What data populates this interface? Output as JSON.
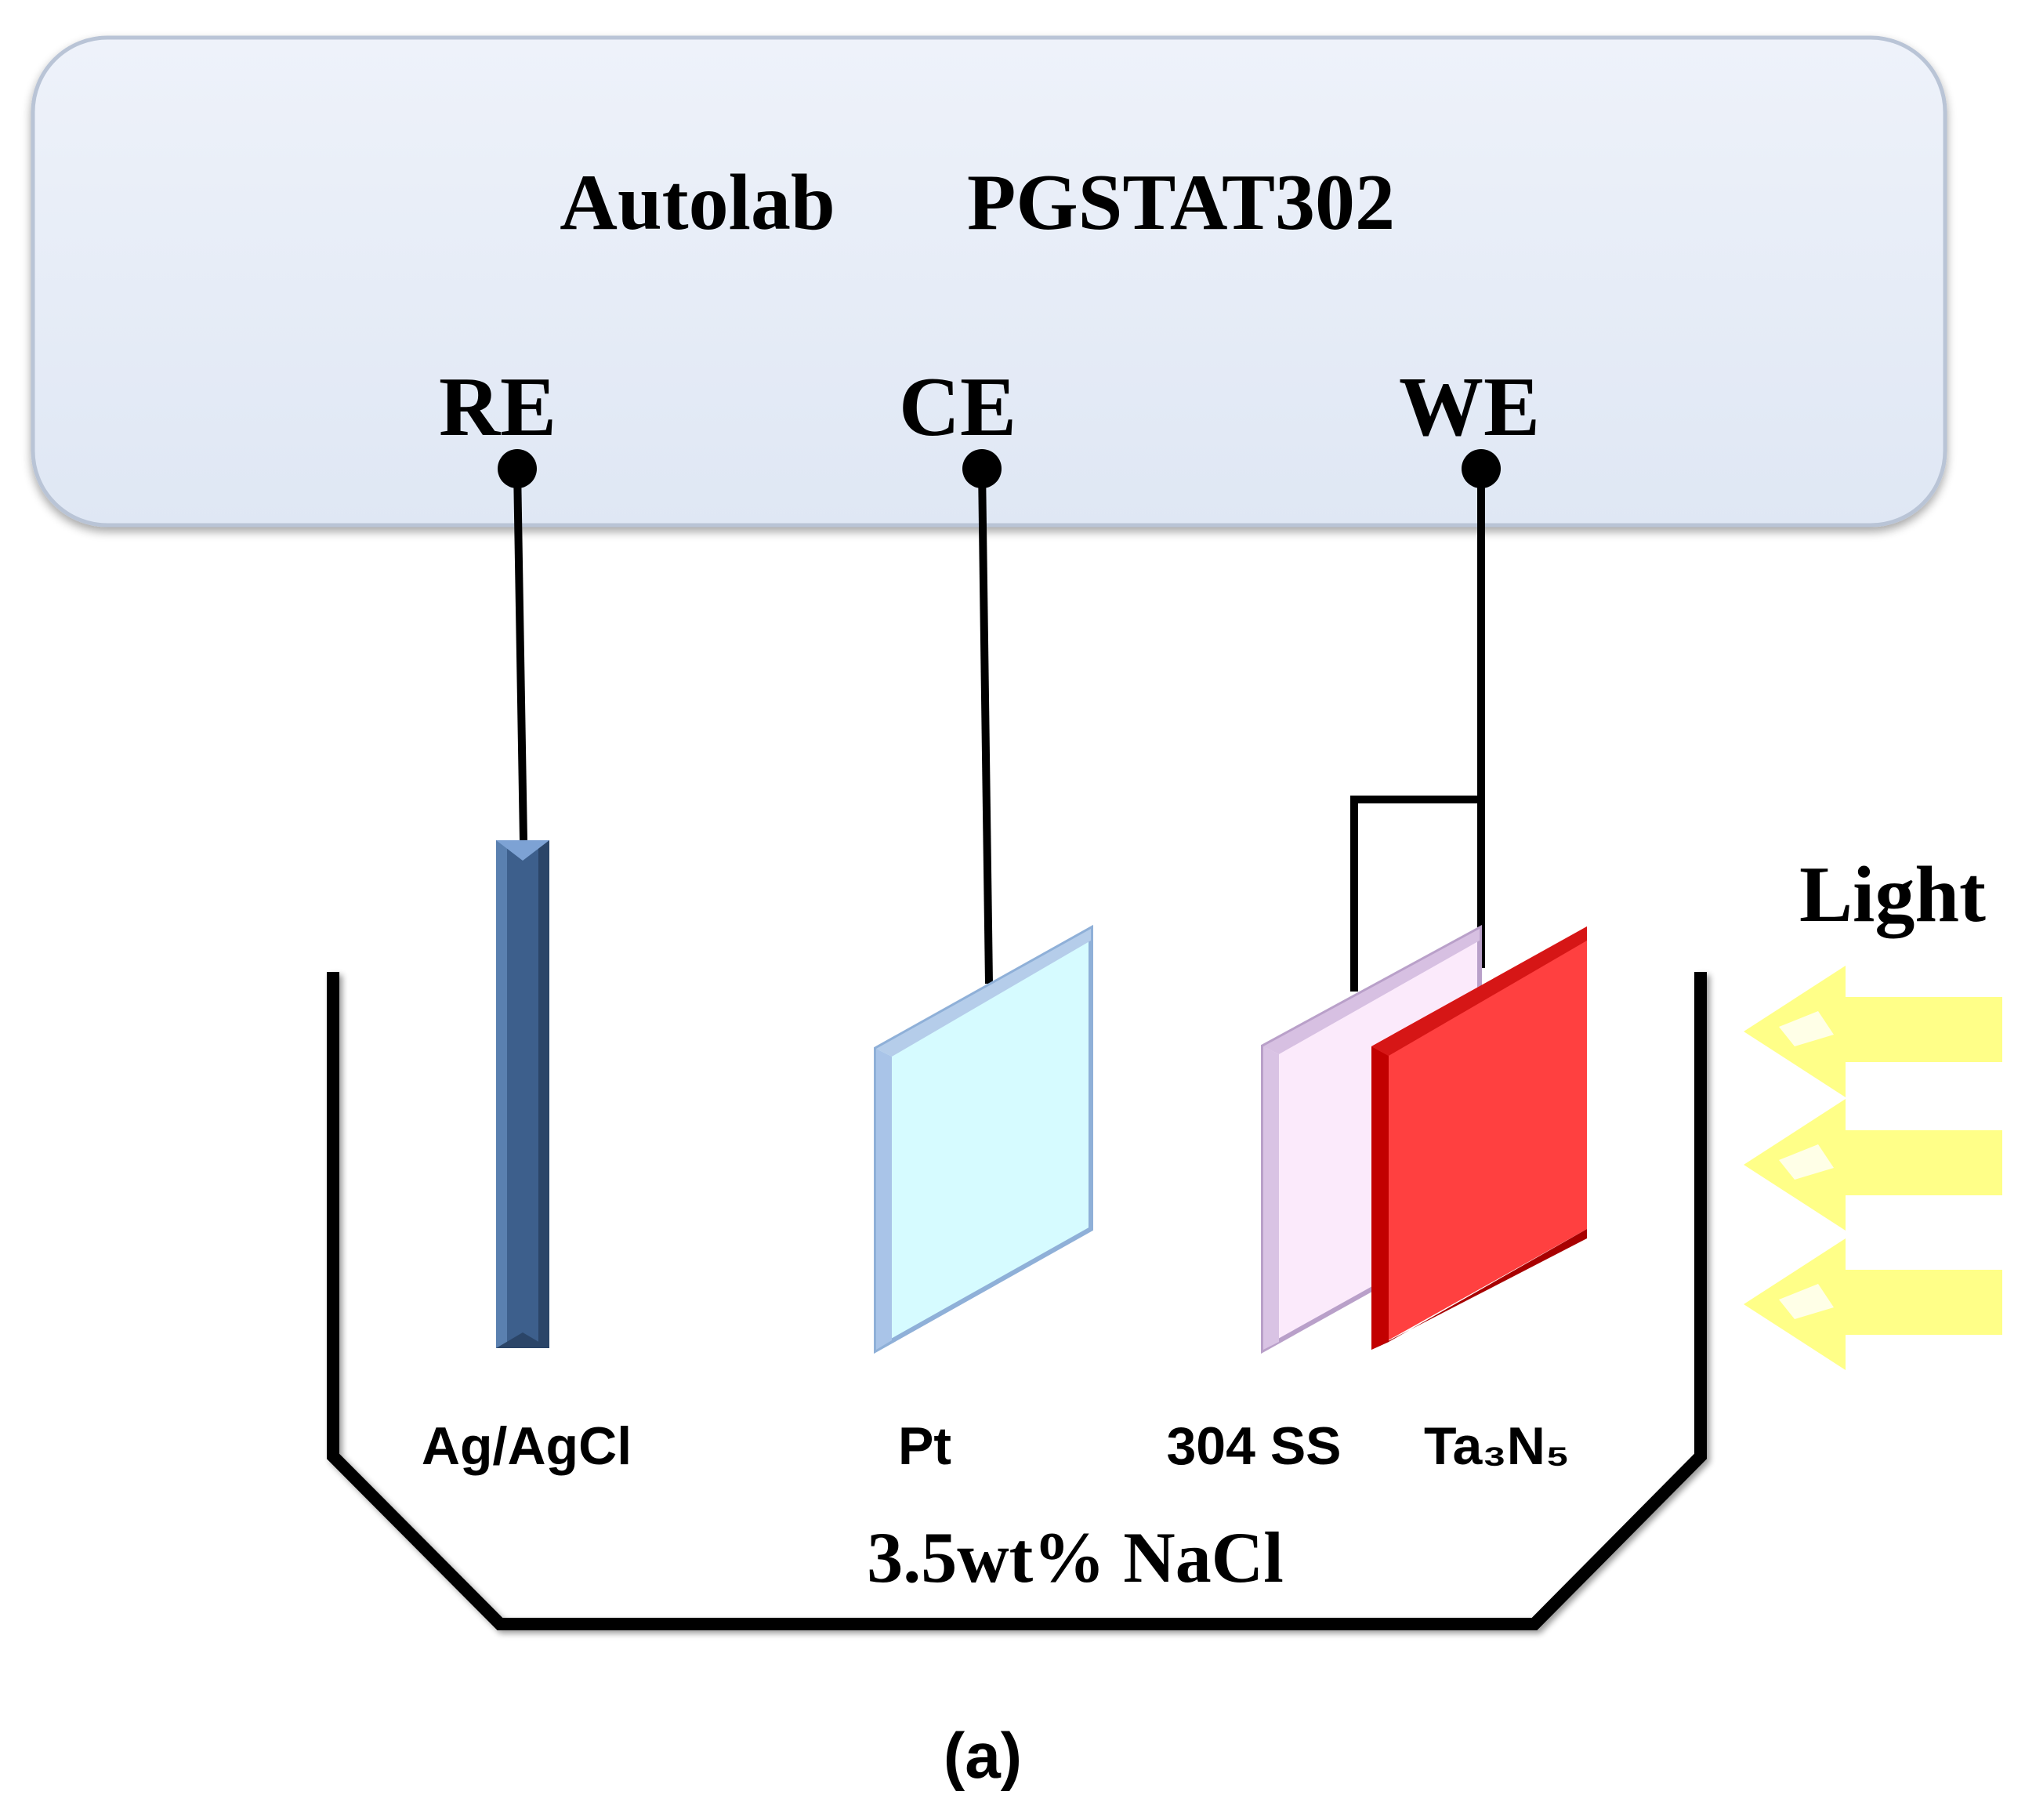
{
  "instrument": {
    "name": "Autolab",
    "model": "PGSTAT302"
  },
  "terminals": {
    "re": "RE",
    "ce": "CE",
    "we": "WE"
  },
  "electrodes": {
    "reference": "Ag/AgCl",
    "counter": "Pt",
    "substrate": "304 SS",
    "photoanode": "Ta₃N₅"
  },
  "electrolyte": "3.5wt% NaCl",
  "light_label": "Light",
  "panel_label": "(a)",
  "colors": {
    "box_fill": "#e4ebf7",
    "box_stroke": "#b9c4d6",
    "reference_electrode": "#3d5f8c",
    "counter_electrode": "#d6fbff",
    "substrate_plate": "#fbeafb",
    "photoanode_plate": "#ff4040",
    "light_arrows": "#ffff88",
    "wire": "#000000"
  }
}
